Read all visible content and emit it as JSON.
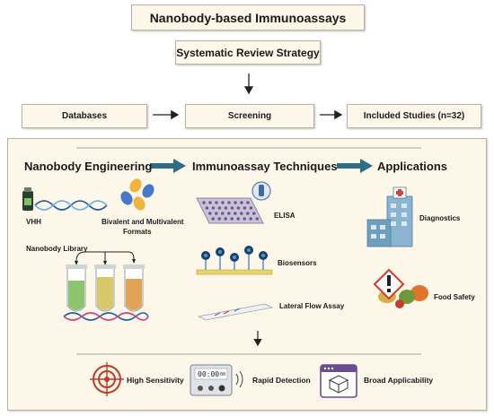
{
  "header": {
    "title": "Nanobody-based Immunoassays",
    "strategy": "Systematic Review Strategy"
  },
  "flow": {
    "databases": "Databases",
    "screening": "Screening",
    "included": "Included Studies (n=32)"
  },
  "columns": {
    "engineering": "Nanobody Engineering",
    "techniques": "Immunoassay Techniques",
    "applications": "Applications"
  },
  "engineering": {
    "vhh": "VHH",
    "bivalent_line1": "Bivalent and Multivalent",
    "bivalent_line2": "Formats",
    "library": "Nanobody Library"
  },
  "techniques": {
    "elisa": "ELISA",
    "biosensors": "Biosensors",
    "lateral_flow": "Lateral Flow Assay"
  },
  "applications": {
    "diagnostics": "Diagnostics",
    "food_safety": "Food Safety"
  },
  "features": {
    "sensitivity": "High Sensitivity",
    "rapid": "Rapid Detection",
    "broad": "Broad Applicability",
    "timer": "00:00",
    "timer_small": "00"
  },
  "colors": {
    "box_fill": "#fdf7ea",
    "arrow_teal": "#2f6f86",
    "target_red": "#c0392b",
    "broad_purple": "#6a4c93"
  }
}
